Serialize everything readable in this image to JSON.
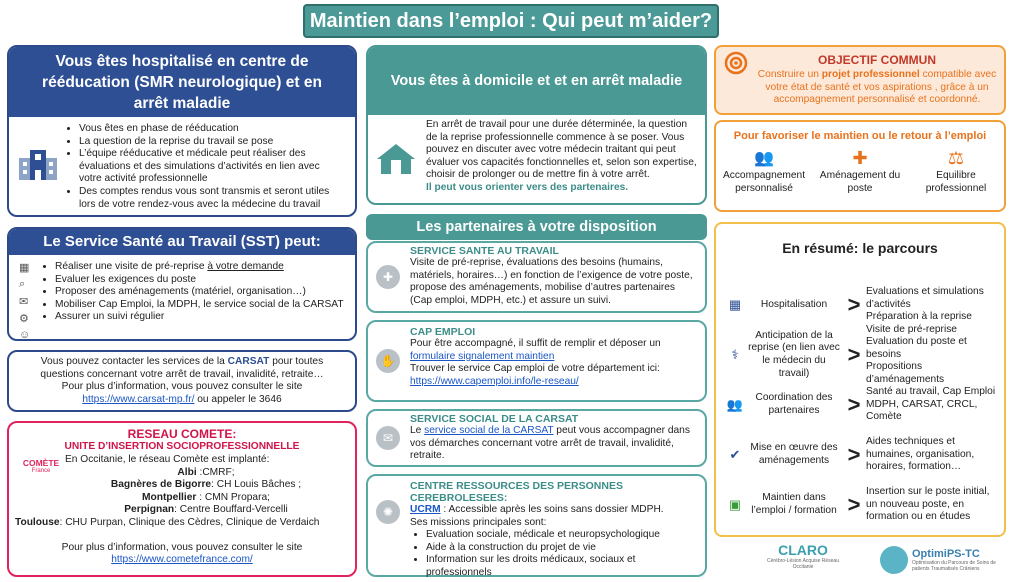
{
  "title": "Maintien dans l’emploi : Qui peut m’aider?",
  "hospital": {
    "heading": "Vous êtes hospitalisé en centre de rééducation (SMR neurologique) et en arrêt maladie",
    "items": [
      "Vous êtes en phase de rééducation",
      "La question de la reprise du travail se pose",
      "L’équipe rééducative et médicale peut réaliser des évaluations et des simulations d’activités en lien avec votre activité professionnelle",
      "Des comptes rendus vous sont transmis et seront utiles lors de votre rendez-vous avec la médecine du travail"
    ]
  },
  "sst": {
    "heading": "Le Service Santé au Travail (SST) peut:",
    "item1_a": "Réaliser une visite de pré-reprise ",
    "item1_b": "à votre demande",
    "items": [
      "Evaluer les exigences du poste",
      "Proposer des aménagements (matériel, organisation…)",
      "Mobiliser Cap Emploi, la MDPH, le service social de la CARSAT",
      "Assurer un suivi régulier"
    ]
  },
  "carsat": {
    "l1a": "Vous pouvez contacter les services de la ",
    "l1b": "CARSAT",
    "l1c": " pour toutes",
    "l2": "questions concernant votre arrêt de travail, invalidité, retraite…",
    "l3": "Pour plus d’information, vous pouvez consulter le site",
    "link": "https://www.carsat-mp.fr/",
    "l4": " ou appeler le 3646"
  },
  "comete": {
    "title": "RESEAU COMETE:",
    "subtitle": "UNITE D’INSERTION SOCIOPROFESSIONNELLE",
    "intro": "En Occitanie, le réseau Comète est implanté:",
    "logo": "COMÈTE",
    "logo_sub": "France",
    "places": [
      {
        "city": "Albi",
        "detail": " :CMRF;"
      },
      {
        "city": "Bagnères de Bigorre",
        "detail": ": CH Louis Bâches ;"
      },
      {
        "city": "Montpellier",
        "detail": " : CMN Propara;"
      },
      {
        "city": "Perpignan",
        "detail": ": Centre Bouffard-Vercelli"
      },
      {
        "city": "Toulouse",
        "detail": ": CHU Purpan, Clinique des Cèdres, Clinique de Verdaich"
      }
    ],
    "more": "Pour plus d’information, vous pouvez consulter le site",
    "link": "https://www.cometefrance.com/"
  },
  "home": {
    "heading": "Vous êtes à domicile et et en arrêt maladie",
    "text": "En arrêt de travail pour une durée déterminée, la question de la reprise professionnelle commence à se poser. Vous pouvez en discuter avec votre médecin traitant qui peut évaluer vos capacités fonctionnelles et, selon son expertise, choisir de prolonger ou de mettre fin à votre arrêt.",
    "highlight": "Il peut vous orienter vers des partenaires."
  },
  "partners": {
    "heading": "Les partenaires à votre disposition",
    "sst": {
      "title": "SERVICE SANTE AU TRAVAIL",
      "text": "Visite de pré-reprise, évaluations des besoins  (humains, matériels, horaires…) en fonction de l’exigence de votre poste, propose des aménagements, mobilise d’autres partenaires (Cap emploi, MDPH, etc.) et assure un suivi."
    },
    "cap": {
      "title": "CAP EMPLOI",
      "t1": "Pour être accompagné, il suffit de remplir et déposer un",
      "link1": "formulaire signalement maintien",
      "t2": "Trouver le service Cap emploi de votre département ici:",
      "link2": "https://www.capemploi.info/le-reseau/"
    },
    "carsat": {
      "title": "SERVICE SOCIAL DE LA CARSAT",
      "t1": "Le ",
      "link": "service social de la CARSAT",
      "t2": " peut vous accompagner dans vos démarches concernant votre arrêt de travail, invalidité, retraite."
    },
    "crpc": {
      "title": "CENTRE RESSOURCES DES PERSONNES CEREBROLESEES:",
      "link": "UCRM",
      "t1": " : Accessible après les soins sans dossier MDPH.",
      "t2": "Ses missions principales sont:",
      "items": [
        "Evaluation sociale, médicale et neuropsychologique",
        "Aide à la construction du projet de vie",
        "Information sur les droits médicaux, sociaux et professionnels"
      ]
    }
  },
  "objectif": {
    "title": "OBJECTIF COMMUN",
    "t1": "Construire un ",
    "bold": "projet professionnel",
    "t2": " compatible avec votre état de santé et vos aspirations , grâce à un accompagnement personnalisé et coordonné."
  },
  "favoriser": {
    "title": "Pour favoriser le maintien ou le retour à l’emploi",
    "items": [
      "Accompagnement personnalisé",
      "Aménagement du poste",
      "Equilibre professionnel"
    ]
  },
  "resume": {
    "title": "En résumé: le parcours",
    "steps": [
      {
        "label": "Hospitalisation",
        "detail": "Evaluations et simulations d’activités\nPréparation à la reprise"
      },
      {
        "label": "Anticipation de  la reprise (en lien avec le médecin du travail)",
        "detail": "Visite de pré-reprise\nEvaluation du poste et besoins\nPropositions d’aménagements"
      },
      {
        "label": "Coordination des partenaires",
        "detail": "Santé au travail, Cap Emploi MDPH, CARSAT, CRCL, Comète"
      },
      {
        "label": "Mise en œuvre des aménagements",
        "detail": "Aides techniques et humaines, organisation, horaires, formation…"
      },
      {
        "label": "Maintien dans l’emploi / formation",
        "detail": "Insertion sur le poste initial, un nouveau poste, en formation ou en études"
      }
    ]
  },
  "logos": {
    "claro": "CLARO",
    "claro_sub": "Cérébro-Lésion Acquise Réseau Occitanie",
    "optimi": "OptimiPS-TC",
    "optimi_sub": "Optimisation du Parcours de Soins de patients Traumatisés Crâniens"
  },
  "colors": {
    "teal": "#4a9994",
    "blue": "#2e4f94",
    "orange": "#f2a13a",
    "red": "#e0245e"
  }
}
